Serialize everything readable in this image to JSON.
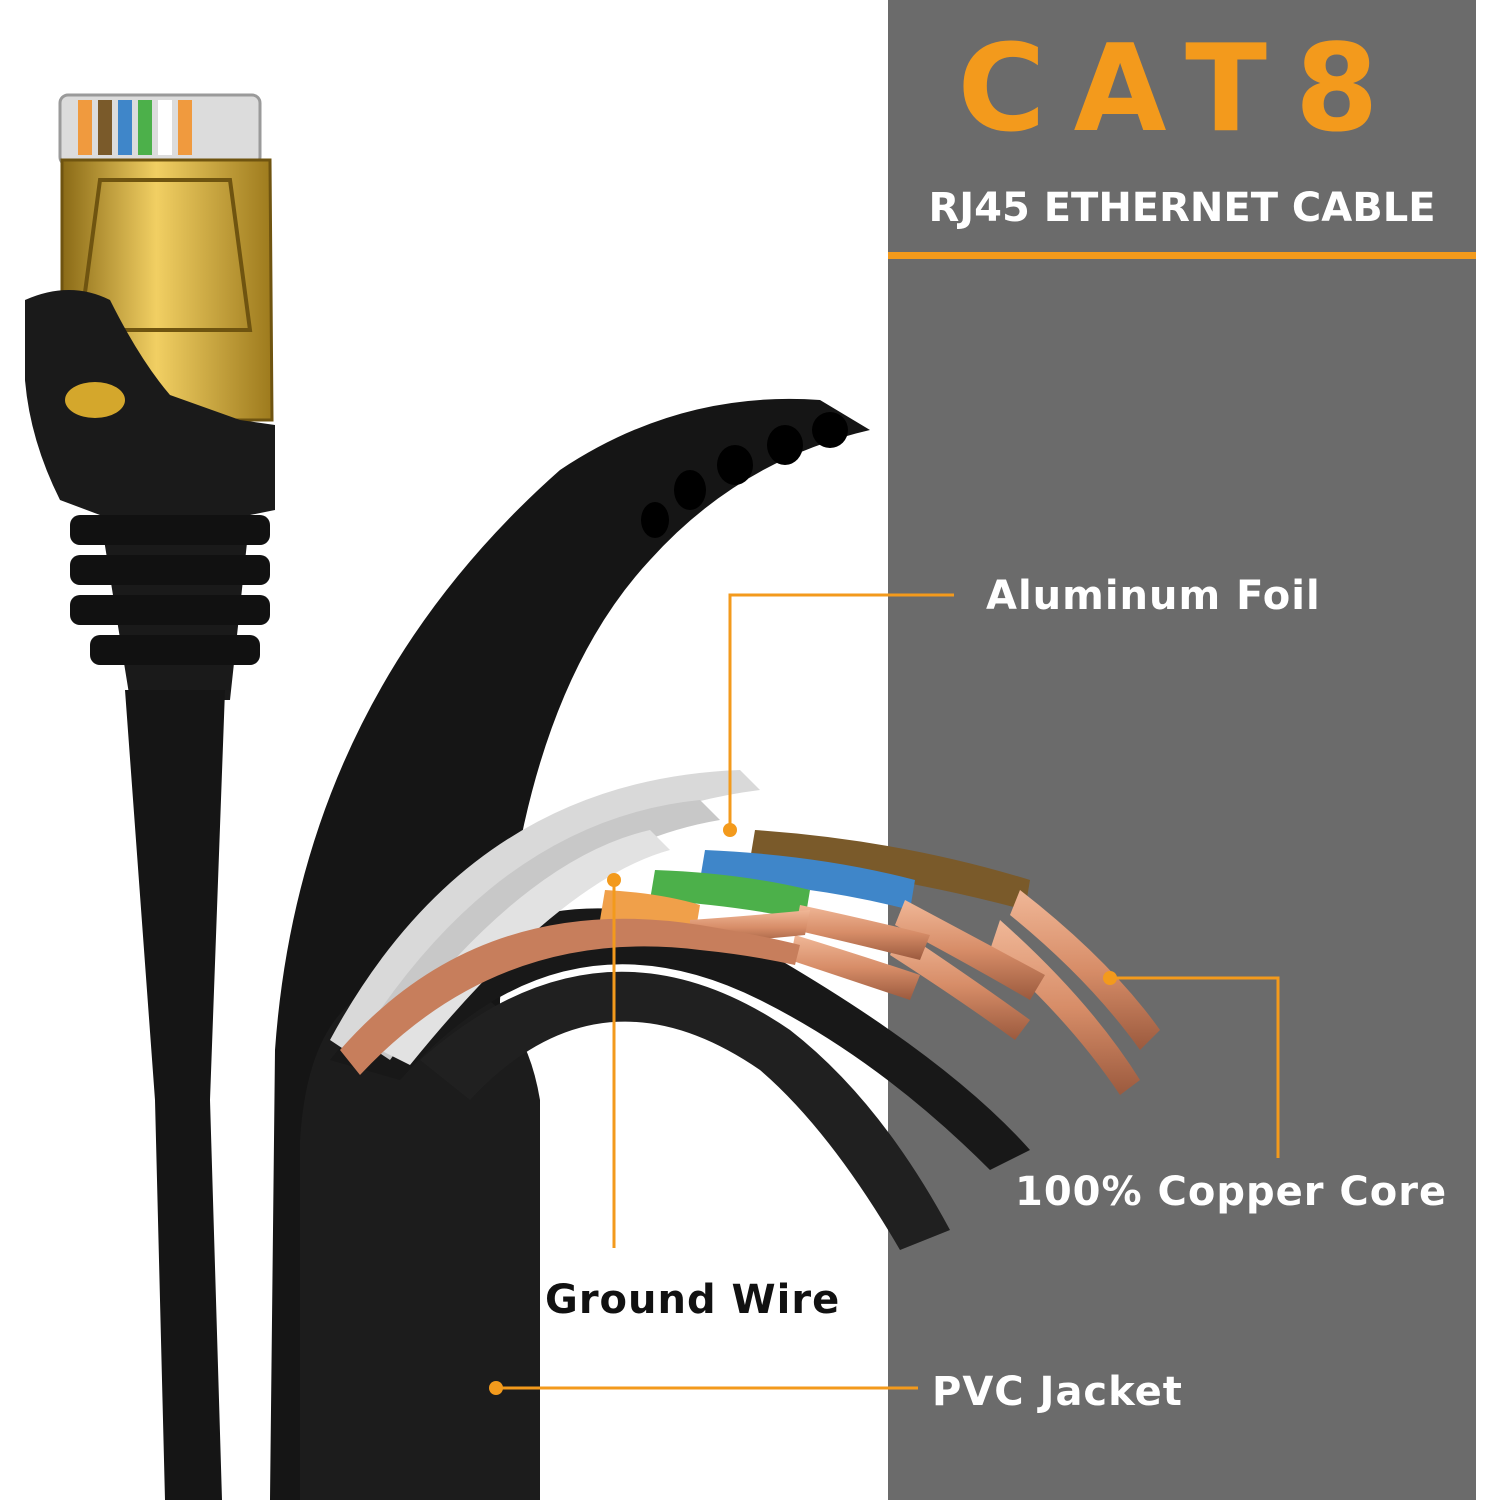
{
  "heading": {
    "title": "CAT8",
    "subtitle": "RJ45 ETHERNET CABLE"
  },
  "callouts": {
    "aluminum_foil": "Aluminum Foil",
    "copper_core": "100% Copper Core",
    "ground_wire": "Ground Wire",
    "pvc_jacket": "PVC Jacket"
  },
  "colors": {
    "accent": "#f39a1c",
    "panel": "#6b6b6b",
    "cable": "#111111",
    "connector_gold": "#d4a72c",
    "copper": "#d78d68",
    "wire_brown": "#7a5a2a",
    "wire_blue": "#3f86c9",
    "wire_green": "#4cb04a",
    "wire_orange": "#f0a04a",
    "foil": "#d9d9d9"
  }
}
